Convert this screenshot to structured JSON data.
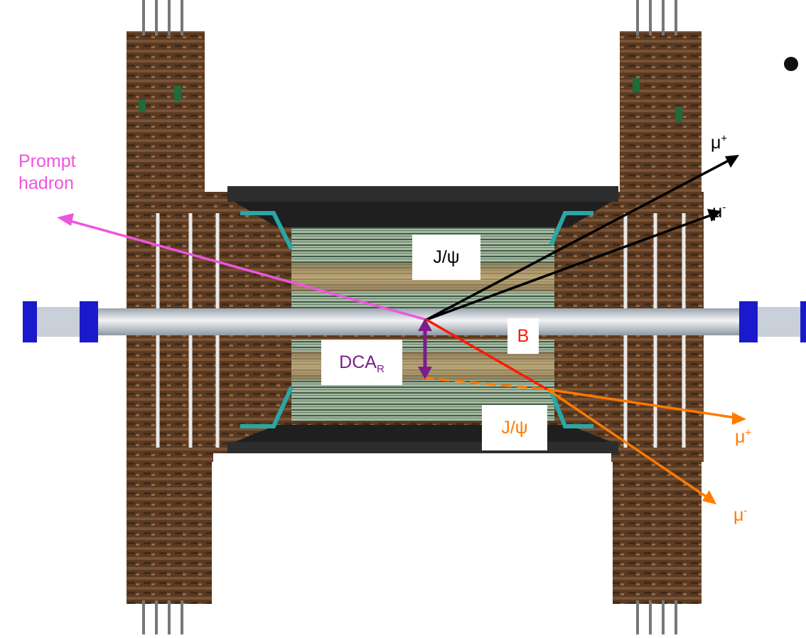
{
  "labels": {
    "prompt_hadron_line1": "Prompt",
    "prompt_hadron_line2": "hadron",
    "jpsi_prompt": "J/ψ",
    "b_meson": "B",
    "dca_base": "DCA",
    "dca_sub": "R",
    "jpsi_displaced": "J/ψ",
    "mu_plus_top": "μ",
    "mu_plus_top_sup": "+",
    "mu_minus_top": "μ",
    "mu_minus_top_sup": "-",
    "mu_plus_bottom": "μ",
    "mu_plus_bottom_sup": "+",
    "mu_minus_bottom": "μ",
    "mu_minus_bottom_sup": "-"
  },
  "colors": {
    "prompt_hadron": "#ee55dd",
    "prompt_jpsi_muons": "#000000",
    "b_meson": "#ff1a00",
    "dca": "#7a1f8a",
    "displaced_jpsi_muons": "#ff7a00",
    "detector_wood": "#6b4327",
    "detector_green": "#2f6b4a",
    "beam_pipe": "#d7dbe0",
    "beam_flange": "#1a1acc"
  }
}
